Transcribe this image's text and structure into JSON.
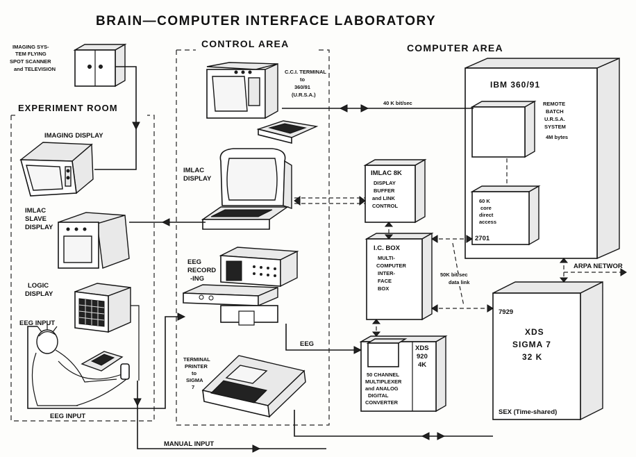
{
  "title": "BRAIN—COMPUTER  INTERFACE  LABORATORY",
  "areas": {
    "control": "CONTROL  AREA",
    "computer": "COMPUTER  AREA",
    "experiment": "EXPERIMENT ROOM"
  },
  "imaging_system": [
    "IMAGING SYS-",
    "TEM FLYING",
    "SPOT SCANNER",
    "and TELEVISION"
  ],
  "imaging_display": "IMAGING DISPLAY",
  "imlac_slave_display": [
    "IMLAC",
    "SLAVE",
    "DISPLAY"
  ],
  "logic_display": [
    "LOGIC",
    "DISPLAY"
  ],
  "eeg_input_top": "EEG  INPUT",
  "eeg_input_bottom": "EEG  INPUT",
  "manual_input": "MANUAL INPUT",
  "cci_terminal": [
    "C.C.I. TERMINAL",
    "to",
    "360/91",
    "(U.R.S.A.)"
  ],
  "imlac_display": [
    "IMLAC",
    "DISPLAY"
  ],
  "eeg_recording": [
    "EEG",
    "RECORD",
    "-ING"
  ],
  "terminal_printer": [
    "TERMINAL",
    "PRINTER",
    "to",
    "SIGMA",
    "7"
  ],
  "eeg_label": "EEG",
  "link_40k": "40 K   bit/sec",
  "ibm_title": "IBM  360/91",
  "remote_batch": [
    "REMOTE",
    "BATCH",
    "U.R.S.A.",
    "SYSTEM",
    "4M bytes"
  ],
  "core_access": [
    "60 K",
    "core",
    "direct",
    "access"
  ],
  "unit_2701": "2701",
  "imlac_8k": [
    "IMLAC 8K",
    "DISPLAY",
    "BUFFER",
    "and LINK",
    "CONTROL"
  ],
  "ic_box": [
    "I.C. BOX",
    "MULTI-",
    "COMPUTER",
    "INTER-",
    "FACE",
    "BOX"
  ],
  "link_50k": [
    "50K  bit/sec",
    "data link"
  ],
  "arpa": "ARPA NETWOR",
  "xds_920": [
    "XDS",
    "920",
    "4K"
  ],
  "multiplexer": [
    "50 CHANNEL",
    "MULTIPLEXER",
    "and ANALOG",
    "DIGITAL",
    "CONVERTER"
  ],
  "sigma7": [
    "7929",
    "XDS",
    "SIGMA 7",
    "32 K"
  ],
  "sex": "SEX (Time-shared)"
}
